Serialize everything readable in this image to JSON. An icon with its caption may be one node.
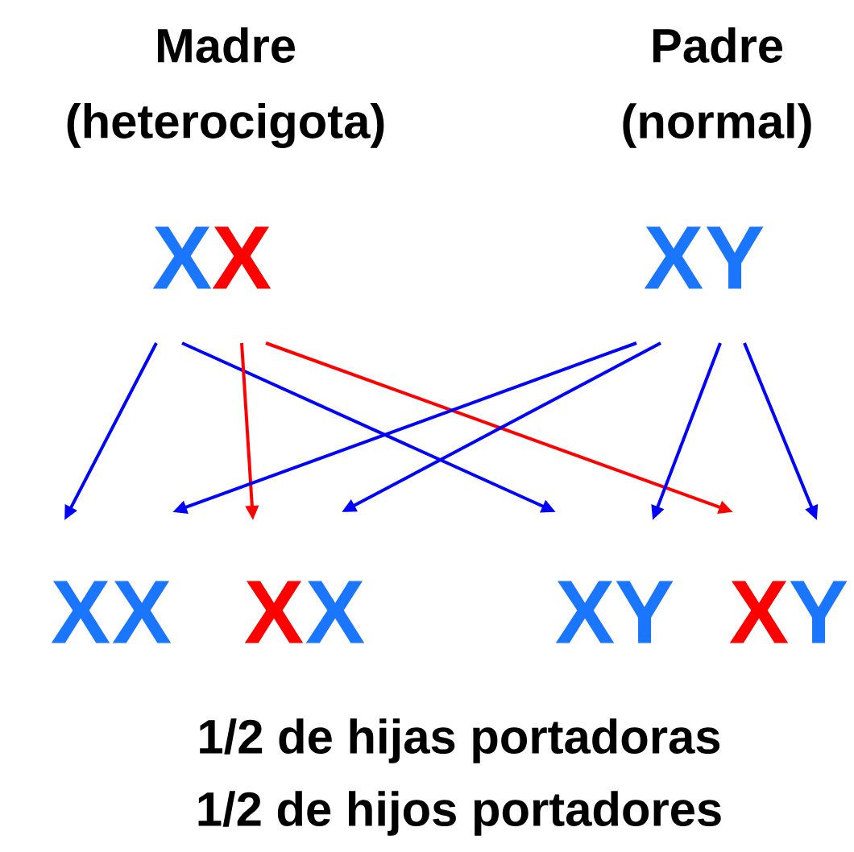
{
  "diagram": {
    "nodes": [
      {
        "text": [
          "X"
        ]
      },
      {
        "text": [
          "X"
        ]
      },
      {
        "text": [
          "X"
        ]
      },
      {
        "text": [
          "Y"
        ]
      },
      {
        "text": [
          "X"
        ]
      },
      {
        "text": [
          "X"
        ]
      },
      {
        "text": [
          "X"
        ]
      },
      {
        "text": [
          "X"
        ]
      },
      {
        "text": [
          "X"
        ]
      },
      {
        "text": [
          "Y"
        ]
      },
      {
        "text": [
          "X"
        ]
      },
      {
        "text": [
          "Y"
        ]
      }
    ],
    "edges": [
      {
        "from": 0,
        "to": 4,
        "arrow": "to"
      },
      {
        "from": 0,
        "to": 8,
        "arrow": "to"
      },
      {
        "from": 1,
        "to": 6,
        "arrow": "to",
        "color": "#ff0000"
      },
      {
        "from": 1,
        "to": 10,
        "arrow": "to",
        "color": "#ff0000"
      },
      {
        "from": 2,
        "to": 5,
        "arrow": "to"
      },
      {
        "from": 2,
        "to": 7,
        "arrow": "to"
      },
      {
        "from": 3,
        "to": 9,
        "arrow": "to"
      },
      {
        "from": 3,
        "to": 11,
        "arrow": "to"
      }
    ],
    "labels": [
      "Madre",
      "(heterocigota)",
      "Padre",
      "(normal)",
      "1/2 de hijas portadoras",
      "1/2 de hijos portadores"
    ]
  }
}
